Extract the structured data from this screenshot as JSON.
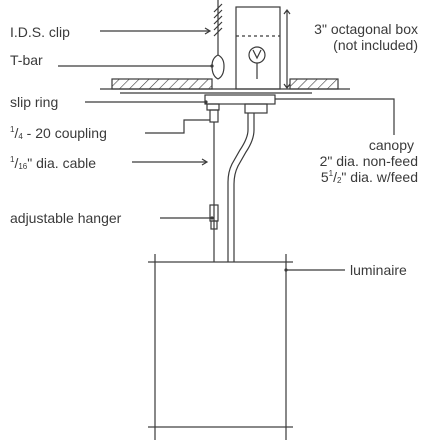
{
  "colors": {
    "line": "#3a3a3a",
    "text": "#3a3a3a",
    "background": "#ffffff"
  },
  "labels": {
    "ids_clip": "I.D.S. clip",
    "t_bar": "T-bar",
    "box_line1": "3\" octagonal box",
    "box_line2": "(not included)",
    "slip_ring": "slip ring",
    "coupling_sup": "1",
    "coupling_sub": "4",
    "coupling_rest": " - 20 coupling",
    "cable_sup": "1",
    "cable_sub": "16",
    "cable_rest": "\" dia. cable",
    "canopy_title": "canopy",
    "canopy_line2": "2\" dia. non-feed",
    "canopy_line3_a": "5",
    "canopy_line3_sup": "1",
    "canopy_line3_sub": "2",
    "canopy_line3_b": "\" dia. w/feed",
    "adjustable_hanger": "adjustable hanger",
    "luminaire": "luminaire"
  }
}
